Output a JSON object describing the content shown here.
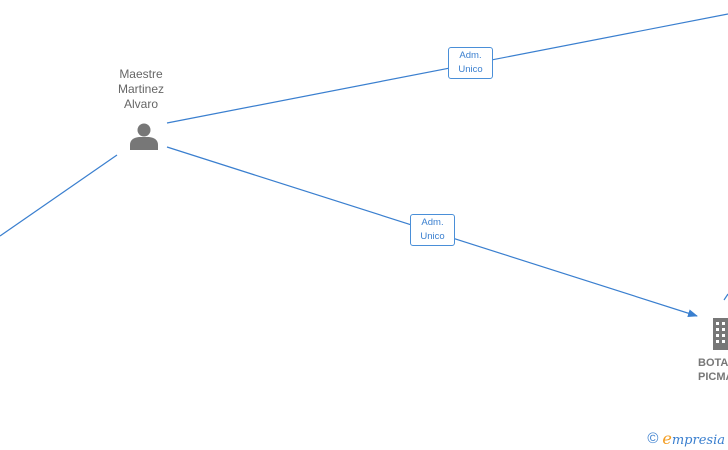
{
  "nodes": {
    "person": {
      "label": "Maestre\nMartinez\nAlvaro",
      "icon": "person-icon"
    },
    "company": {
      "label": "BOTA\nPICMA",
      "icon": "building-icon"
    }
  },
  "edges": [
    {
      "label": "Adm.\nUnico"
    },
    {
      "label": "Adm.\nUnico"
    }
  ],
  "footer": {
    "copyright": "©",
    "brand_first": "e",
    "brand_rest": "mpresia"
  },
  "colors": {
    "edge": "#3a7fcf",
    "node": "#777777",
    "label": "#666666",
    "brand_orange": "#f39c1f"
  }
}
